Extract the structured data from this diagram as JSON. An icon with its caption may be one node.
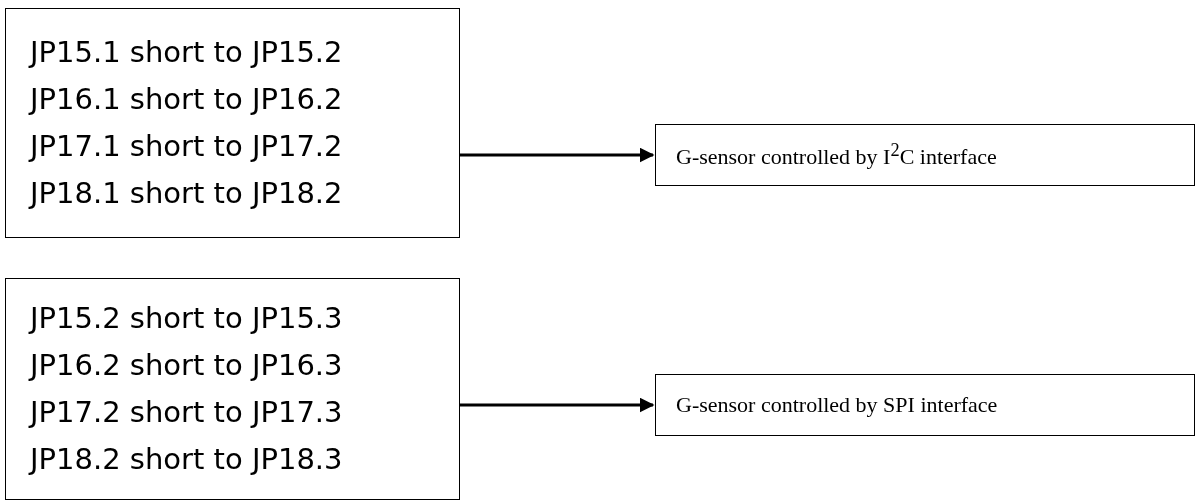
{
  "diagram": {
    "nodes": [
      {
        "text": [
          "JP15.1 short to JP15.2",
          "JP16.1 short to JP16.2",
          "JP17.1 short to JP17.2",
          "JP18.1 short to JP18.2"
        ]
      },
      {
        "text": [
          "G-sensor controlled by I$^{2}$C interface"
        ]
      },
      {
        "text": [
          "JP15.2 short to JP15.3",
          "JP16.2 short to JP16.3",
          "JP17.2 short to JP17.3",
          "JP18.2 short to JP18.3"
        ]
      },
      {
        "text": [
          "G-sensor controlled by SPI interface"
        ]
      }
    ],
    "edges": [
      {
        "from": 0,
        "to": 1,
        "arrow": "to"
      },
      {
        "from": 2,
        "to": 3,
        "arrow": "to"
      }
    ]
  }
}
